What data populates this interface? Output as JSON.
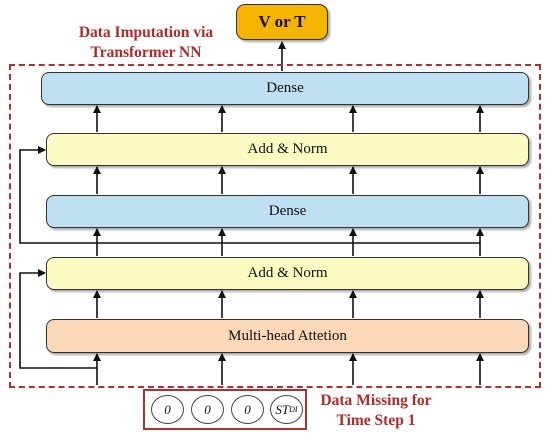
{
  "output": {
    "label": "V or T"
  },
  "frame": {
    "title_line1": "Data Imputation via",
    "title_line2": "Transformer NN"
  },
  "layers": {
    "dense_top": "Dense",
    "add_norm_top": "Add & Norm",
    "dense_mid": "Dense",
    "add_norm_bottom": "Add & Norm",
    "attention": "Multi-head Attetion"
  },
  "input": {
    "title_line1": "Data Missing for",
    "title_line2": "Time Step 1",
    "cells": [
      "0",
      "0",
      "0"
    ],
    "last_cell": {
      "base": "ST",
      "sub": "DI"
    }
  },
  "colors": {
    "dense": "#bfe0f2",
    "add_norm": "#fbfbc2",
    "attention": "#fbd8b8",
    "output": "#f5b400",
    "frame": "#b03030"
  }
}
